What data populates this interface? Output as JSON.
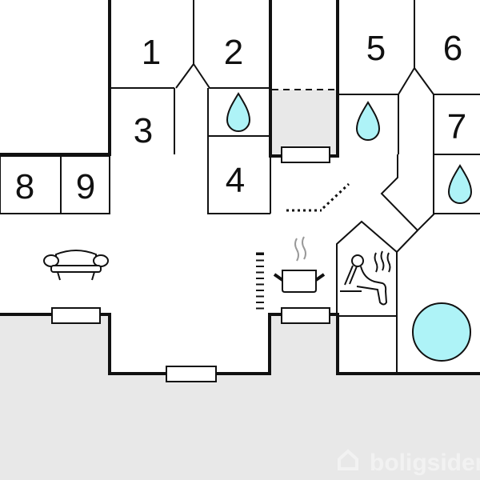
{
  "rooms": {
    "r1": "1",
    "r2": "2",
    "r3": "3",
    "r4": "4",
    "r5": "5",
    "r6": "6",
    "r7": "7",
    "r8": "8",
    "r9": "9"
  },
  "watermark": "boligsiden",
  "icons": [
    "water-drop-icon",
    "sofa-icon",
    "cooking-pot-icon",
    "sauna-icon",
    "pool-icon",
    "window-icon",
    "stairs-icon"
  ],
  "colors": {
    "water": "#aef3f7",
    "outside": "#e8e8e8",
    "wall": "#111111"
  }
}
